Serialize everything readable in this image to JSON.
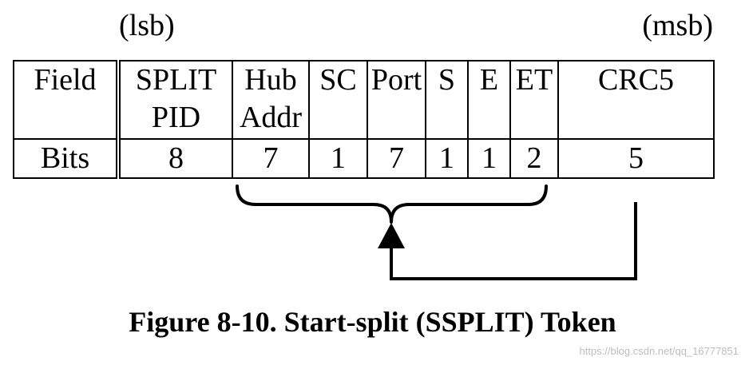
{
  "labels": {
    "lsb": "(lsb)",
    "msb": "(msb)"
  },
  "table": {
    "field_header": "Field",
    "bits_header": "Bits",
    "fields": [
      {
        "name": "SPLIT\nPID",
        "bits": "8"
      },
      {
        "name": "Hub\nAddr",
        "bits": "7"
      },
      {
        "name": "SC",
        "bits": "1"
      },
      {
        "name": "Port",
        "bits": "7"
      },
      {
        "name": "S",
        "bits": "1"
      },
      {
        "name": "E",
        "bits": "1"
      },
      {
        "name": "ET",
        "bits": "2"
      },
      {
        "name": "CRC5",
        "bits": "5"
      }
    ]
  },
  "caption": "Figure 8-10.  Start-split (SSPLIT) Token",
  "watermark": "https://blog.csdn.net/qq_16777851",
  "colors": {
    "ink": "#000000",
    "background": "#ffffff",
    "watermark": "#bdbdbd"
  }
}
